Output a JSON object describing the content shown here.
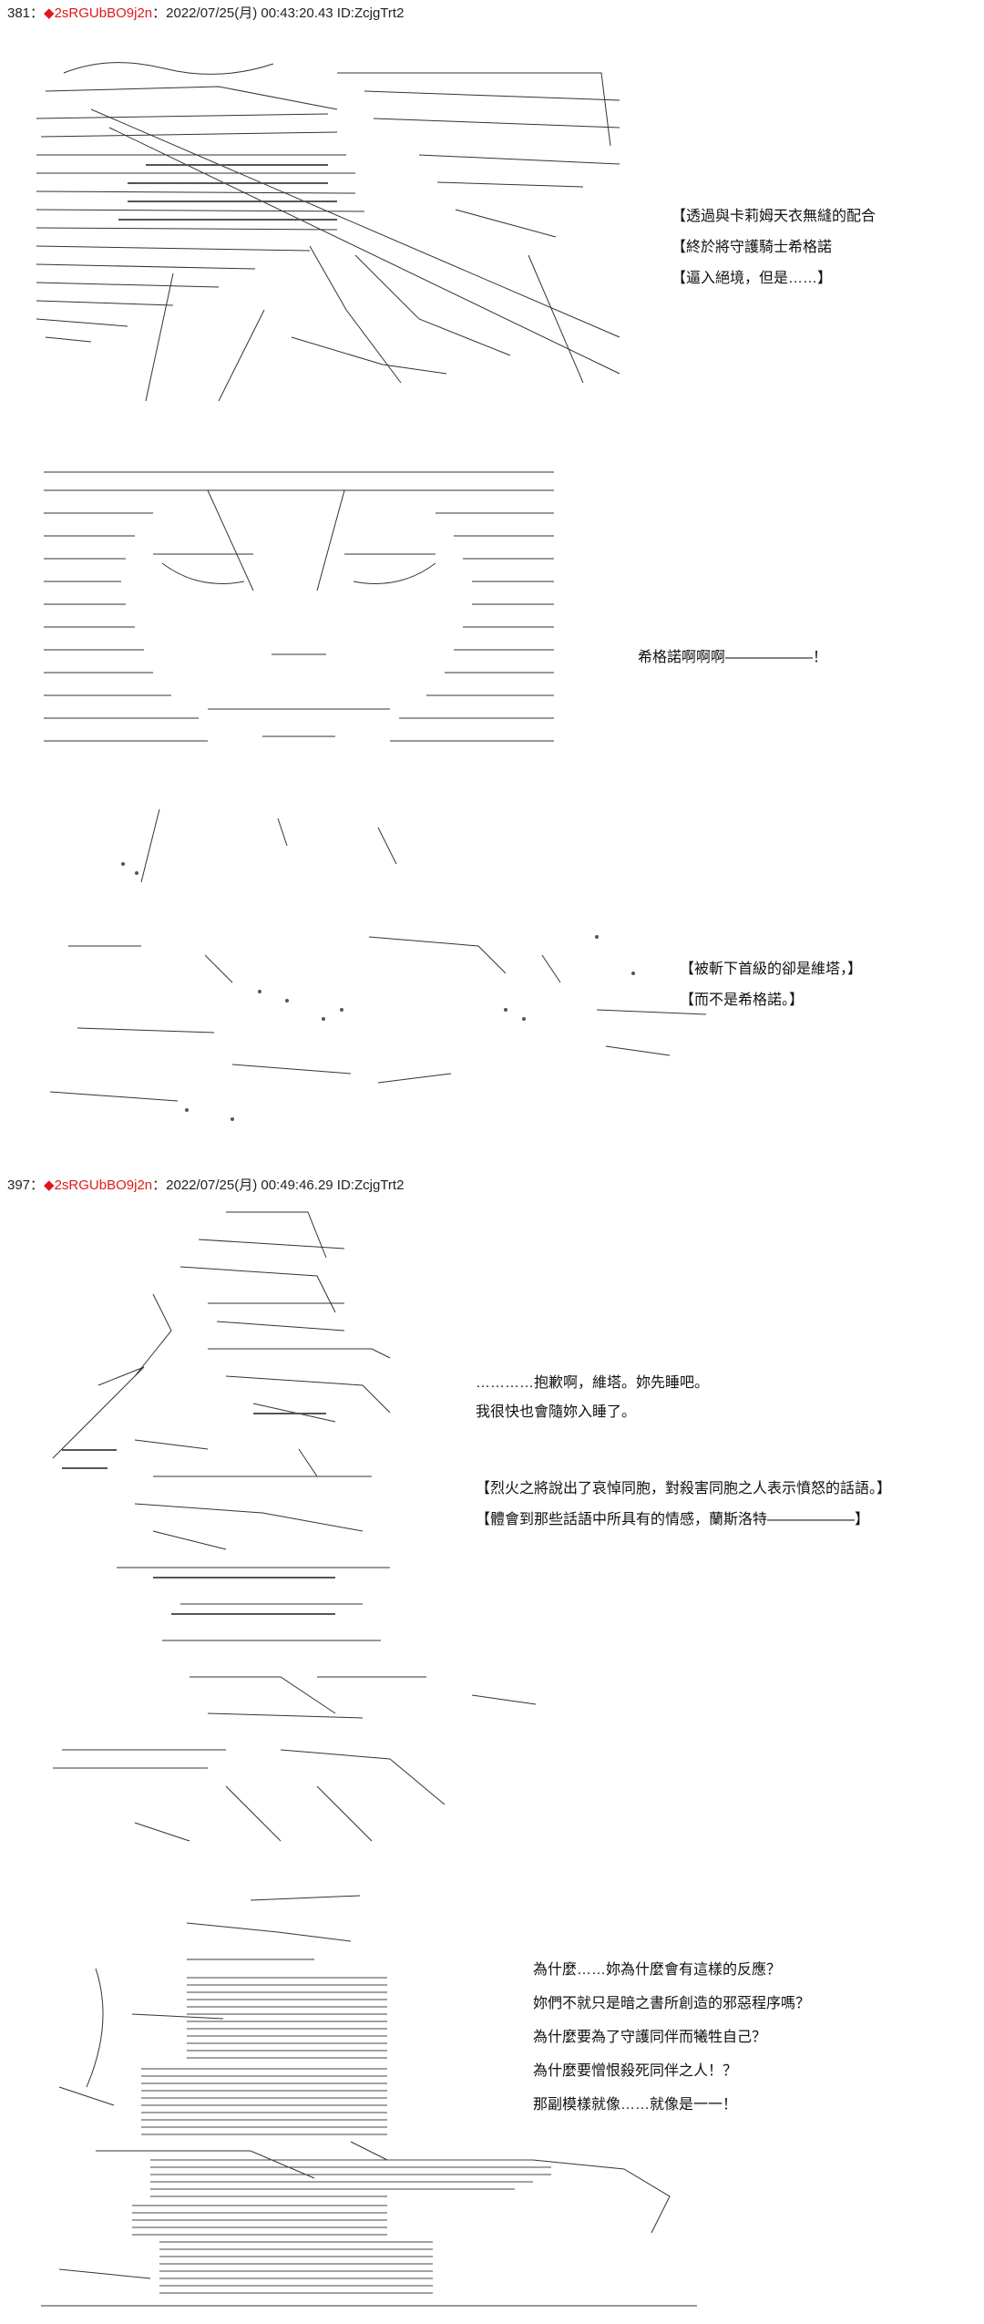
{
  "posts": [
    {
      "number": "381",
      "separator": "：",
      "diamond": "◆",
      "tripcode": "2sRGUbBO9j2n",
      "meta": "：2022/07/25(月) 00:43:20.43 ID:ZcjgTrt2",
      "panels": [
        {
          "lines": [
            "【透過與卡莉姆天衣無縫的配合",
            "【終於將守護騎士希格諾",
            "【逼入絕境，但是……】"
          ]
        },
        {
          "lines": [
            "希格諾啊啊啊——————！"
          ]
        },
        {
          "lines": [
            "【被斬下首級的卻是維塔，】",
            "【而不是希格諾。】"
          ]
        }
      ]
    },
    {
      "number": "397",
      "separator": "：",
      "diamond": "◆",
      "tripcode": "2sRGUbBO9j2n",
      "meta": "：2022/07/25(月) 00:49:46.29 ID:ZcjgTrt2",
      "panels": [
        {
          "lines": [
            "…………抱歉啊，維塔。妳先睡吧。",
            "我很快也會隨妳入睡了。"
          ]
        },
        {
          "lines": [
            "【烈火之將說出了哀悼同胞，對殺害同胞之人表示憤怒的話語。】",
            "【體會到那些話語中所具有的情感，蘭斯洛特——————】"
          ]
        },
        {
          "lines": [
            "為什麼……妳為什麼會有這樣的反應？",
            "妳們不就只是暗之書所創造的邪惡程序嗎？",
            "為什麼要為了守護同伴而犧牲自己？",
            "為什麼要憎恨殺死同伴之人！？",
            "那副模樣就像……就像是一一！"
          ]
        }
      ]
    }
  ]
}
